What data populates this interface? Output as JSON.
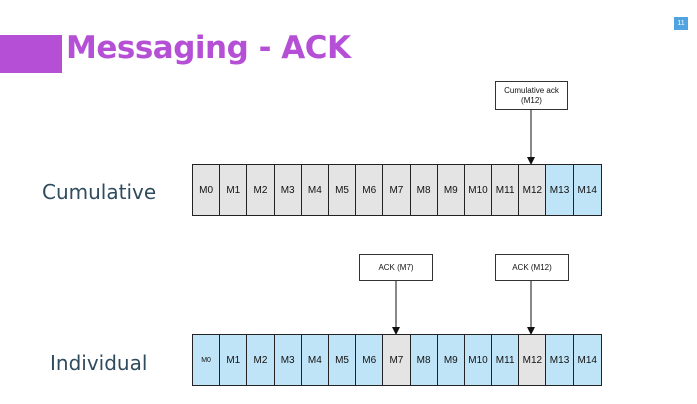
{
  "page_number": "11",
  "title": "Messaging - ACK",
  "rows": [
    {
      "label": "Cumulative",
      "cells": [
        {
          "text": "M0",
          "state": "gray"
        },
        {
          "text": "M1",
          "state": "gray"
        },
        {
          "text": "M2",
          "state": "gray"
        },
        {
          "text": "M3",
          "state": "gray"
        },
        {
          "text": "M4",
          "state": "gray"
        },
        {
          "text": "M5",
          "state": "gray"
        },
        {
          "text": "M6",
          "state": "gray"
        },
        {
          "text": "M7",
          "state": "gray"
        },
        {
          "text": "M8",
          "state": "gray"
        },
        {
          "text": "M9",
          "state": "gray"
        },
        {
          "text": "M10",
          "state": "gray"
        },
        {
          "text": "M11",
          "state": "gray"
        },
        {
          "text": "M12",
          "state": "gray"
        },
        {
          "text": "M13",
          "state": "blue"
        },
        {
          "text": "M14",
          "state": "blue"
        }
      ],
      "callouts": [
        {
          "text": "Cumulative ack\n(M12)",
          "target": "M12"
        }
      ]
    },
    {
      "label": "Individual",
      "cells": [
        {
          "text": "M0",
          "state": "blue"
        },
        {
          "text": "M1",
          "state": "blue"
        },
        {
          "text": "M2",
          "state": "blue"
        },
        {
          "text": "M3",
          "state": "blue"
        },
        {
          "text": "M4",
          "state": "blue"
        },
        {
          "text": "M5",
          "state": "blue"
        },
        {
          "text": "M6",
          "state": "blue"
        },
        {
          "text": "M7",
          "state": "gray"
        },
        {
          "text": "M8",
          "state": "blue"
        },
        {
          "text": "M9",
          "state": "blue"
        },
        {
          "text": "M10",
          "state": "blue"
        },
        {
          "text": "M11",
          "state": "blue"
        },
        {
          "text": "M12",
          "state": "gray"
        },
        {
          "text": "M13",
          "state": "blue"
        },
        {
          "text": "M14",
          "state": "blue"
        }
      ],
      "callouts": [
        {
          "text": "ACK (M7)",
          "target": "M7"
        },
        {
          "text": "ACK (M12)",
          "target": "M12"
        }
      ]
    }
  ],
  "colors": {
    "accent": "#b44fd6",
    "acked_cell": "#e4e4e4",
    "unacked_cell": "#bfe4f7",
    "label_text": "#2f4b5e"
  }
}
